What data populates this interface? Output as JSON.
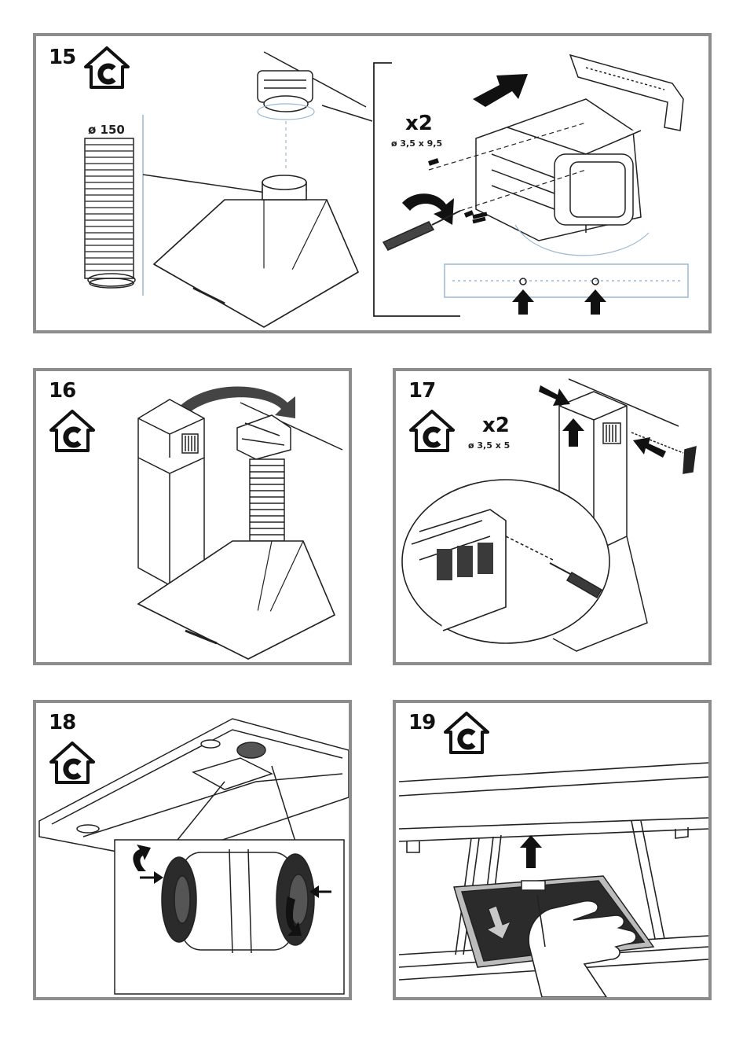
{
  "steps": [
    {
      "number": "15",
      "icon": "recirculation-house-c-icon",
      "duct_diameter": "ø 150",
      "screws_count": "x2",
      "screws_size": "ø 3,5 x 9,5"
    },
    {
      "number": "16",
      "icon": "recirculation-house-c-icon"
    },
    {
      "number": "17",
      "icon": "recirculation-house-c-icon",
      "screws_count": "x2",
      "screws_size": "ø 3,5 x 5"
    },
    {
      "number": "18",
      "icon": "recirculation-house-c-icon"
    },
    {
      "number": "19",
      "icon": "recirculation-house-c-icon"
    }
  ],
  "colors": {
    "frame": "#8c8c8c",
    "ink": "#111111",
    "filter": "#2b2b2b",
    "guide": "#9bb8d3"
  }
}
